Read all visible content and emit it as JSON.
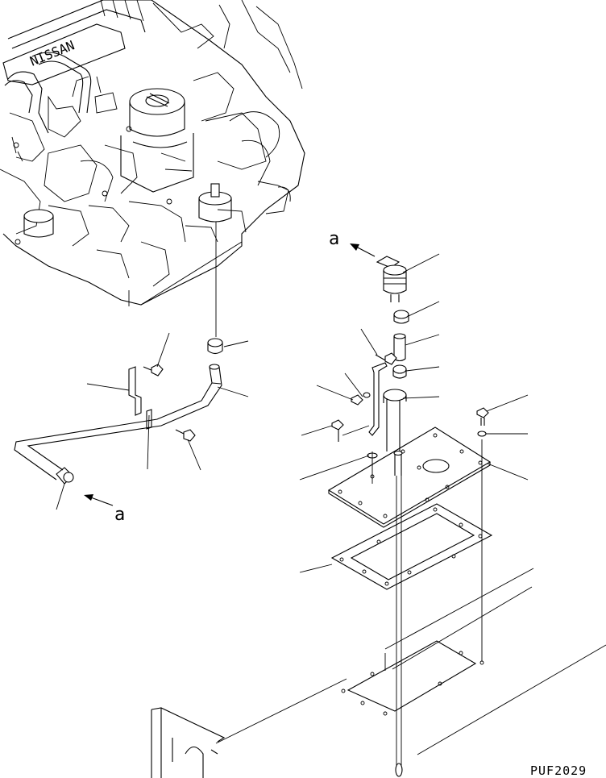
{
  "drawing": {
    "ref_code": "PUF2029",
    "callout_a_left": "a",
    "callout_a_right": "a",
    "engine_brand": "NISSAN"
  },
  "parts": [
    {
      "id": "breather-cap",
      "label": ""
    },
    {
      "id": "hose-clamp-upper",
      "label": ""
    },
    {
      "id": "connector-pipe",
      "label": ""
    },
    {
      "id": "hose-clamp-lower",
      "label": ""
    },
    {
      "id": "breather-tube",
      "label": ""
    },
    {
      "id": "clip-bolt",
      "label": ""
    },
    {
      "id": "nut",
      "label": ""
    },
    {
      "id": "washer",
      "label": ""
    },
    {
      "id": "plate-bolt",
      "label": ""
    },
    {
      "id": "cover-plate",
      "label": ""
    },
    {
      "id": "gasket",
      "label": ""
    },
    {
      "id": "engine-hose-clamp",
      "label": ""
    },
    {
      "id": "breather-hose",
      "label": ""
    },
    {
      "id": "bracket",
      "label": ""
    },
    {
      "id": "bracket-bolt",
      "label": ""
    }
  ]
}
